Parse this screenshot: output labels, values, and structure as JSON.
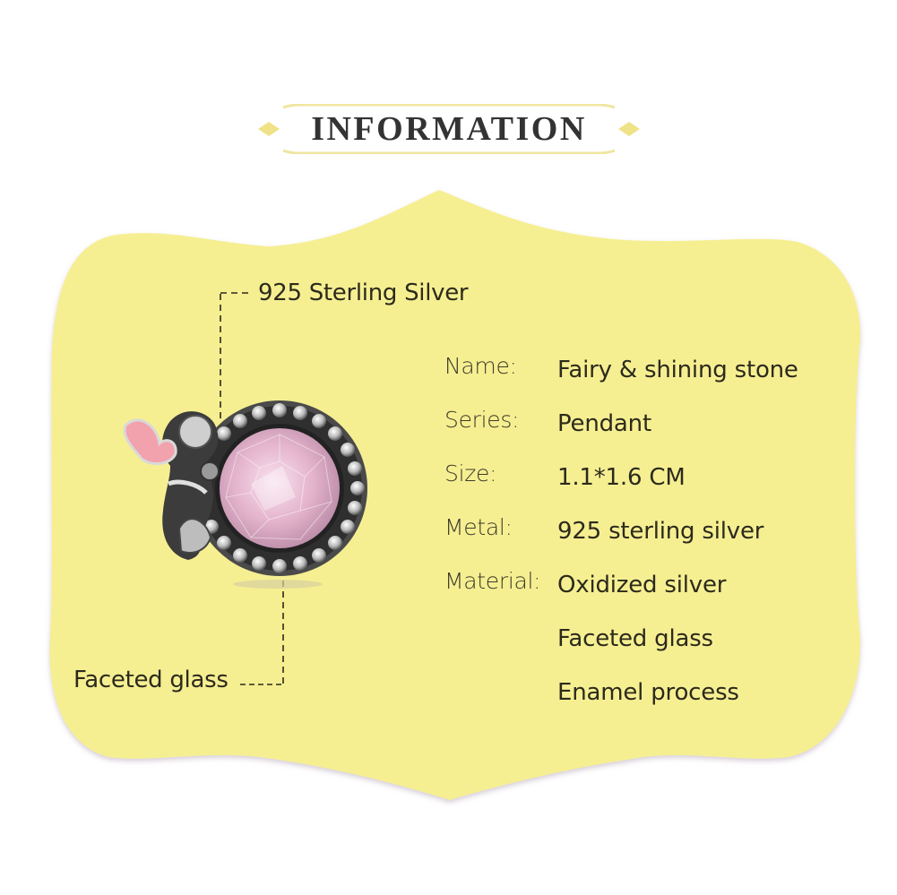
{
  "header": {
    "title": "INFORMATION",
    "accent_color": "#f0e69a"
  },
  "panel": {
    "background_color": "#f6ef92"
  },
  "callouts": {
    "top": "925 Sterling Silver",
    "bottom": "Faceted glass"
  },
  "product": {
    "description": "Fairy charm with pink faceted round stone in beaded oxidized silver bezel",
    "stone_color": "#e9b8d0",
    "wing_color": "#f2a2ad"
  },
  "specs": [
    {
      "label": "Name:",
      "value": "Fairy & shining stone"
    },
    {
      "label": "Series:",
      "value": "Pendant"
    },
    {
      "label": "Size:",
      "value": "1.1*1.6 CM"
    },
    {
      "label": "Metal:",
      "value": "925 sterling silver"
    },
    {
      "label": "Material:",
      "value": "Oxidized silver"
    },
    {
      "label": "",
      "value": "Faceted glass"
    },
    {
      "label": "",
      "value": "Enamel process"
    }
  ]
}
